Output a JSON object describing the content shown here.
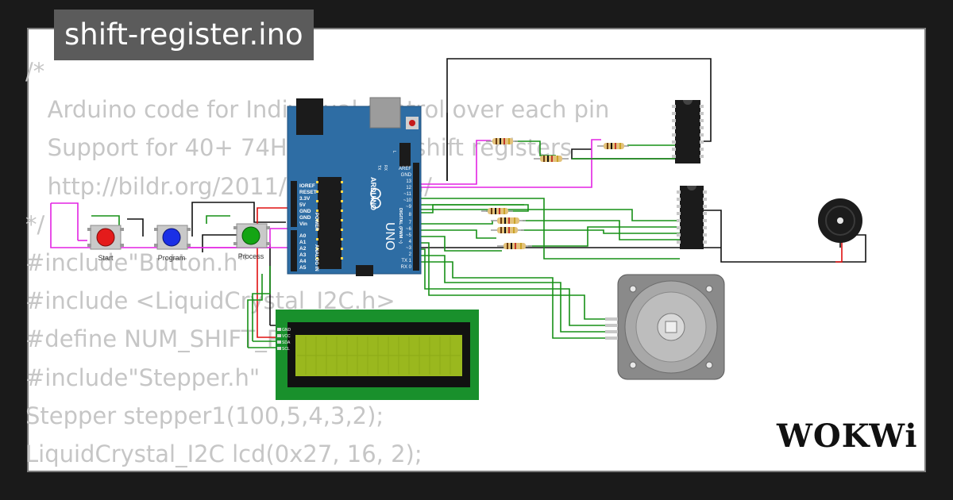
{
  "project": {
    "title": "shift-register.ino"
  },
  "brand": {
    "name": "WOKWi"
  },
  "code_lines": [
    "/*",
    "   Arduino code for Individual control over each pin",
    "   Support for 40+ 74HC595 8 bit shift registers",
    "   http://bildr.org/2011/02/74hc595/",
    "*/",
    "#include\"Button.h\"",
    "#include <LiquidCrystal_I2C.h>",
    "#define NUM_SHIFT_REGS 2",
    "#include\"Stepper.h\"",
    "Stepper stepper1(100,5,4,3,2);",
    "LiquidCrystal_I2C lcd(0x27, 16, 2);"
  ],
  "buttons": {
    "start": "Start",
    "program": "Program",
    "process": "Process"
  },
  "arduino": {
    "brand": "ARDUINO",
    "model": "UNO",
    "power_label": "POWER",
    "analog_label": "ANALOG IN",
    "digital_label": "DIGITAL (PWM ~)",
    "power_pins": [
      "IOREF",
      "RESET",
      "3.3V",
      "5V",
      "GND",
      "GND",
      "Vin"
    ],
    "analog_pins": [
      "A0",
      "A1",
      "A2",
      "A3",
      "A4",
      "A5"
    ],
    "digital_pins": [
      "AREF",
      "GND",
      "13",
      "12",
      "~11",
      "~10",
      "~9",
      "8",
      "7",
      "~6",
      "~5",
      "4",
      "~3",
      "2",
      "TX 1",
      "RX 0"
    ],
    "led_labels": [
      "TX",
      "RX",
      "L"
    ]
  },
  "lcd": {
    "pins": [
      "GND",
      "VCC",
      "SDA",
      "SCL"
    ]
  },
  "colors": {
    "board": "#2e6da4",
    "lcd_pcb": "#19902c",
    "lcd_screen": "#9ab81e",
    "wire_green": "#179017",
    "wire_magenta": "#e323e3",
    "wire_black": "#111111",
    "wire_red": "#e01010",
    "btn_start": "#e41b1b",
    "btn_program": "#1a2fe6",
    "btn_process": "#14a514",
    "code_text": "#c6c6c6"
  }
}
